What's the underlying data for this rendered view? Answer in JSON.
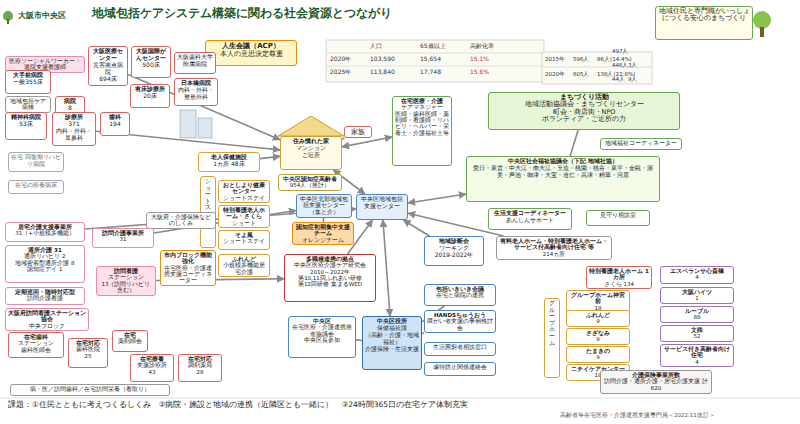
{
  "diagram": {
    "title": "地域包括ケアシステム構築に関わる社会資源とつながり",
    "caption": "高齢者等在宅医療・介護連携支援専門員＜2022.11改訂＞",
    "nodes": [
      {
        "text": [
          "地域住民と専門職がいっしょにつくる安心のまちづくり"
        ]
      },
      {
        "text": [
          "人生会議（ACP）",
          "本人の意思決定尊重"
        ]
      },
      {
        "text": [
          "医療ソーシャルワーカー・退院支援看護師"
        ]
      },
      {
        "text": [
          "大阪医療センター",
          "災害拠点病院",
          "694床"
        ]
      },
      {
        "text": [
          "大阪国際がんセンター",
          "500床"
        ]
      },
      {
        "text": [
          "大阪歯科大学附属病院"
        ]
      },
      {
        "text": [
          "大手前病院",
          "一般355床"
        ]
      },
      {
        "text": [
          "地域包括ケア病棟"
        ]
      },
      {
        "text": [
          "病院",
          "8"
        ]
      },
      {
        "text": [
          "日本橋病院",
          "内科・外科・整形外科"
        ]
      },
      {
        "text": [
          "有床診療所",
          "20床"
        ]
      },
      {
        "text": [
          "精神科病院",
          "53床"
        ]
      },
      {
        "text": [
          "診療所",
          "371",
          "内科・外科・耳鼻科"
        ]
      },
      {
        "text": [
          "歯科",
          "194"
        ]
      },
      {
        "text": [
          "在宅 回復期リハビリ病院"
        ]
      },
      {
        "text": [
          "在宅の療養病床"
        ]
      },
      {
        "text": [
          "老人保健施設",
          "1カ所 48床"
        ]
      },
      {
        "text": [
          "ショートステイ 4"
        ]
      },
      {
        "text": [
          "おとしより健康センター",
          "ショートステイ"
        ]
      },
      {
        "text": [
          "特別養護老人ホーム・さくら",
          "ショート"
        ]
      },
      {
        "text": [
          "ふれんど",
          "小規模多機能居宅介護"
        ]
      },
      {
        "text": [
          "そよ風",
          "ショートステイ"
        ]
      },
      {
        "text": [
          "大阪府・介護保険などのしくみ"
        ]
      },
      {
        "text": [
          "中央区認知症高齢者",
          "954人（推計）"
        ]
      },
      {
        "text": [
          "家族"
        ]
      },
      {
        "text": [
          "住み慣れた家",
          "マンション",
          "ご近所"
        ]
      },
      {
        "text": [
          "在宅医療・介護",
          "ケアマネジャー",
          "医師・歯科医師・薬剤師・看護師・リハビリ・ヘルパー・栄養士・介護福祉士等"
        ]
      },
      {
        "text": [
          "中央区北部地域包括支援センター（集と介）"
        ]
      },
      {
        "text": [
          "中央区地域包括支援センター"
        ]
      },
      {
        "text": [
          "認知症初期集中支援チーム",
          "オレンジチーム"
        ]
      },
      {
        "text": [
          "まちづくり活動",
          "地域活動協議会・まちづくりセンター",
          "町会・商店街・NPO",
          "ボランティア・ご近所の力"
        ]
      },
      {
        "text": [
          "地域福祉コーディネーター"
        ]
      },
      {
        "text": [
          "中央区社会福祉協議会（下記 地域社協）",
          "愛日・東雲・中大江・南大江・玉造・桃園・桃谷・東平・金甌・渥美・芦池・御津・大宝・道仁・高津・精華・河原"
        ]
      },
      {
        "text": [
          "生活支援コーディネーター",
          "あんしんサポート"
        ]
      },
      {
        "text": [
          "見守り相談室"
        ]
      },
      {
        "text": [
          "地域診断会",
          "ワーキング",
          "2019-2022年"
        ]
      },
      {
        "text": [
          "有料老人ホーム・特別養護老人ホーム・サービス付高齢者向け住宅 等",
          "214ヵ所"
        ]
      },
      {
        "text": [
          "特別養護老人ホーム 1カ所",
          "さくら 134"
        ]
      },
      {
        "text": [
          "包括いきいき会議",
          "在宅と病院の連携"
        ]
      },
      {
        "text": [
          "HANDSちゅうおう",
          "障がい者支援の事例検討会"
        ]
      },
      {
        "text": [
          "生活困窮者相談窓口"
        ]
      },
      {
        "text": [
          "虐待防止関係連絡会"
        ]
      },
      {
        "text": [
          "グループホーム"
        ]
      },
      {
        "text": [
          "グループホーム神宮前",
          "18"
        ]
      },
      {
        "text": [
          "ふれんど",
          "9"
        ]
      },
      {
        "text": [
          "さざなみ",
          "9"
        ]
      },
      {
        "text": [
          "たまきの",
          "9"
        ]
      },
      {
        "text": [
          "ニチイケアセンター",
          "18"
        ]
      },
      {
        "text": [
          "エスペランサ心斎橋",
          "4"
        ]
      },
      {
        "text": [
          "大阪ハイツ",
          "1"
        ]
      },
      {
        "text": [
          "ルーブル",
          "88"
        ]
      },
      {
        "text": [
          "文殊",
          "52"
        ]
      },
      {
        "text": [
          "サービス付き高齢者向け住宅",
          "4"
        ]
      },
      {
        "text": [
          "介護保険事業所数",
          "訪問介護・通所介護・居宅介護支援 計",
          "620"
        ]
      },
      {
        "text": [
          "多職種連携の拠点",
          "中央区医療介護ケア研究会",
          "2010～2022年",
          "第10,11回ふれあい研修",
          "第12回研修 集まるWED"
        ]
      },
      {
        "text": [
          "中央区",
          "在宅医療・介護連携推進協議会",
          "中央区長参加"
        ]
      },
      {
        "text": [
          "中央区役所",
          "保健福祉課",
          "（高齢・介護・地域福祉）",
          "介護保険・生活支援"
        ]
      },
      {
        "text": [
          "居宅介護支援事業所",
          "31（+小規模多機能）"
        ]
      },
      {
        "text": [
          "通所介護 31",
          "通所リハビリ 2",
          "地域密着型通所介護 8",
          "認知症デイ 1"
        ]
      },
      {
        "text": [
          "訪問介護事業所",
          "31"
        ]
      },
      {
        "text": [
          "訪問看護",
          "ステーション",
          "13（訪問リハビリ含む）"
        ]
      },
      {
        "text": [
          "定期巡回・随時対応型",
          "訪問介護看護"
        ]
      },
      {
        "text": [
          "大阪府訪問看護ステーション協会",
          "中央ブロック"
        ]
      },
      {
        "text": [
          "在宅歯科",
          "ステーション",
          "歯科医師会"
        ]
      },
      {
        "text": [
          "在宅対応",
          "歯科医院",
          "25"
        ]
      },
      {
        "text": [
          "在宅",
          "薬剤師会"
        ]
      },
      {
        "text": [
          "在宅療養",
          "支援診療所",
          "43"
        ]
      },
      {
        "text": [
          "在宅対応",
          "調剤薬局",
          "28"
        ]
      },
      {
        "text": [
          "病・医／訪問歯科／在宅訪問栄養（看取り）"
        ]
      },
      {
        "text": [
          "市内ブロック機能強化",
          "在宅医療・介護連携支援コーディネーター"
        ]
      }
    ],
    "edges": [
      {
        "from": 3,
        "to": 25,
        "arrow": "to"
      },
      {
        "from": 12,
        "to": 25,
        "arrow": "to"
      },
      {
        "from": 16,
        "to": 25,
        "arrow": "to"
      },
      {
        "from": 57,
        "to": 28,
        "arrow": "to"
      },
      {
        "from": 59,
        "to": 27,
        "arrow": "to"
      },
      {
        "from": 60,
        "to": 54,
        "arrow": "to"
      },
      {
        "from": 24,
        "to": 25,
        "arrow": "none"
      },
      {
        "from": 26,
        "to": 25,
        "arrow": "both"
      },
      {
        "from": 28,
        "to": 25,
        "arrow": "both"
      },
      {
        "from": 27,
        "to": 29,
        "arrow": "none"
      },
      {
        "from": 30,
        "to": 32,
        "arrow": "none"
      },
      {
        "from": 32,
        "to": 28,
        "arrow": "both"
      },
      {
        "from": 35,
        "to": 28,
        "arrow": "to"
      },
      {
        "from": 54,
        "to": 28,
        "arrow": "to"
      },
      {
        "from": 56,
        "to": 28,
        "arrow": "both"
      },
      {
        "from": 55,
        "to": 56,
        "arrow": "none"
      },
      {
        "from": 38,
        "to": 56,
        "arrow": "none"
      },
      {
        "from": 39,
        "to": 56,
        "arrow": "none"
      },
      {
        "from": 36,
        "to": 28,
        "arrow": "to"
      }
    ],
    "labels": [
      "大阪市中央区",
      "人口",
      "65歳以上",
      "高齢化率",
      "2020年",
      "103,590",
      "15,654",
      "15.1%",
      "2025年",
      "113,840",
      "17,748",
      "15.6%",
      "2015年",
      "596人",
      "86人(14.4%)",
      "3人",
      "446人",
      "2020年",
      "605人",
      "138人(22.8%)",
      "44人",
      "9人",
      "497人",
      "課題：①住民とともに考えつくるしくみ　②病院・施設と地域の連携（近隣区とも一緒に）　③24時間365日の在宅ケア体制充実"
    ]
  }
}
